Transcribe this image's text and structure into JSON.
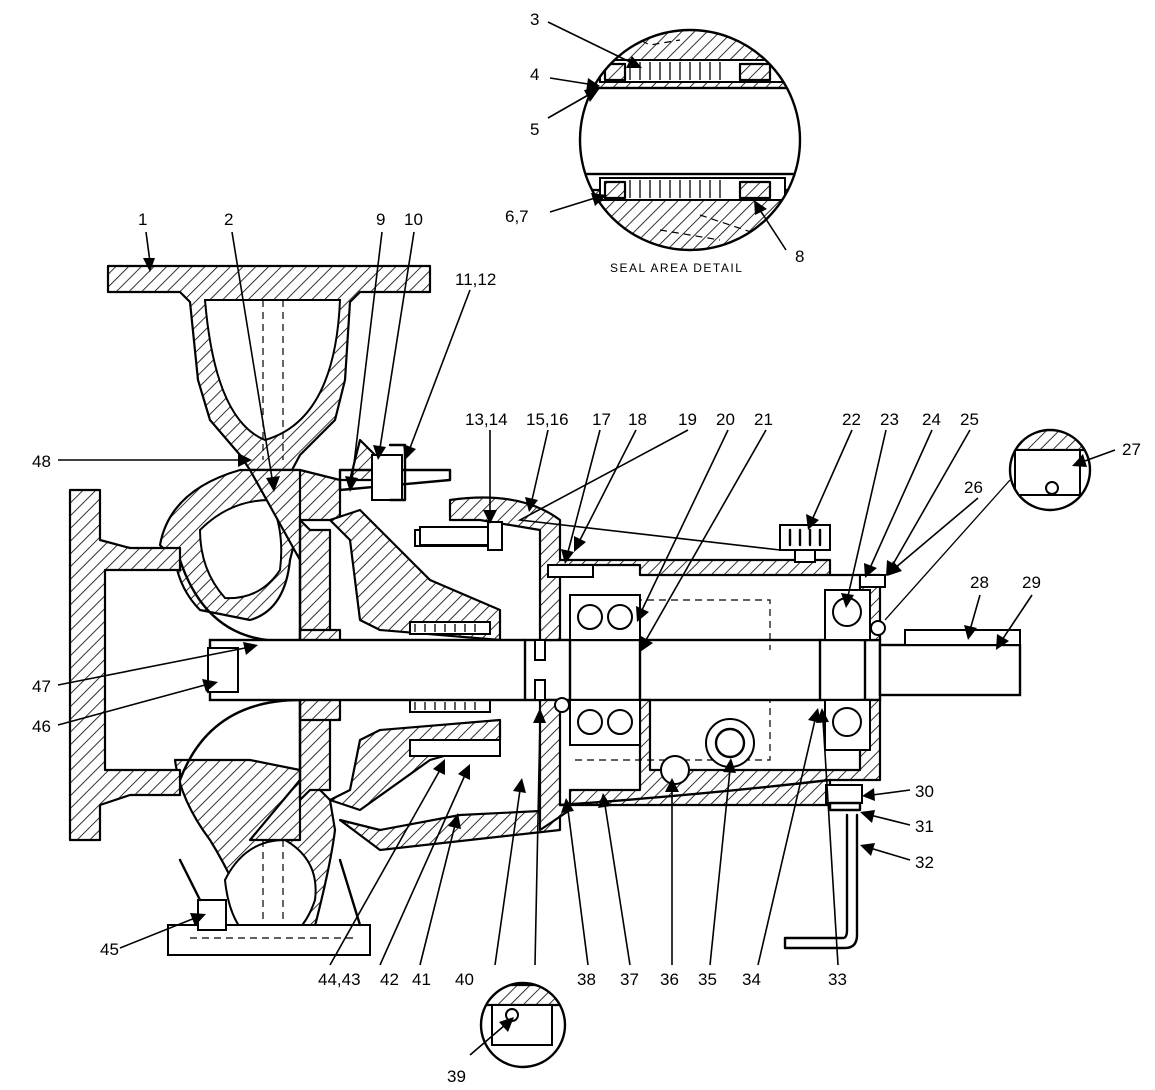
{
  "caption": "SEAL AREA DETAIL",
  "callouts": [
    {
      "id": "c1",
      "text": "1"
    },
    {
      "id": "c2",
      "text": "2"
    },
    {
      "id": "c3",
      "text": "3"
    },
    {
      "id": "c4",
      "text": "4"
    },
    {
      "id": "c5",
      "text": "5"
    },
    {
      "id": "c6",
      "text": "6,7"
    },
    {
      "id": "c8",
      "text": "8"
    },
    {
      "id": "c9",
      "text": "9"
    },
    {
      "id": "c10",
      "text": "10"
    },
    {
      "id": "c11",
      "text": "11,12"
    },
    {
      "id": "c13",
      "text": "13,14"
    },
    {
      "id": "c15",
      "text": "15,16"
    },
    {
      "id": "c17",
      "text": "17"
    },
    {
      "id": "c18",
      "text": "18"
    },
    {
      "id": "c19",
      "text": "19"
    },
    {
      "id": "c20",
      "text": "20"
    },
    {
      "id": "c21",
      "text": "21"
    },
    {
      "id": "c22",
      "text": "22"
    },
    {
      "id": "c23",
      "text": "23"
    },
    {
      "id": "c24",
      "text": "24"
    },
    {
      "id": "c25",
      "text": "25"
    },
    {
      "id": "c26",
      "text": "26"
    },
    {
      "id": "c27",
      "text": "27"
    },
    {
      "id": "c28",
      "text": "28"
    },
    {
      "id": "c29",
      "text": "29"
    },
    {
      "id": "c30",
      "text": "30"
    },
    {
      "id": "c31",
      "text": "31"
    },
    {
      "id": "c32",
      "text": "32"
    },
    {
      "id": "c33",
      "text": "33"
    },
    {
      "id": "c34",
      "text": "34"
    },
    {
      "id": "c35",
      "text": "35"
    },
    {
      "id": "c36",
      "text": "36"
    },
    {
      "id": "c37",
      "text": "37"
    },
    {
      "id": "c38",
      "text": "38"
    },
    {
      "id": "c39",
      "text": "39"
    },
    {
      "id": "c40",
      "text": "40"
    },
    {
      "id": "c41",
      "text": "41"
    },
    {
      "id": "c42",
      "text": "42"
    },
    {
      "id": "c43",
      "text": "44,43"
    },
    {
      "id": "c45",
      "text": "45"
    },
    {
      "id": "c46",
      "text": "46"
    },
    {
      "id": "c47",
      "text": "47"
    },
    {
      "id": "c48",
      "text": "48"
    }
  ]
}
